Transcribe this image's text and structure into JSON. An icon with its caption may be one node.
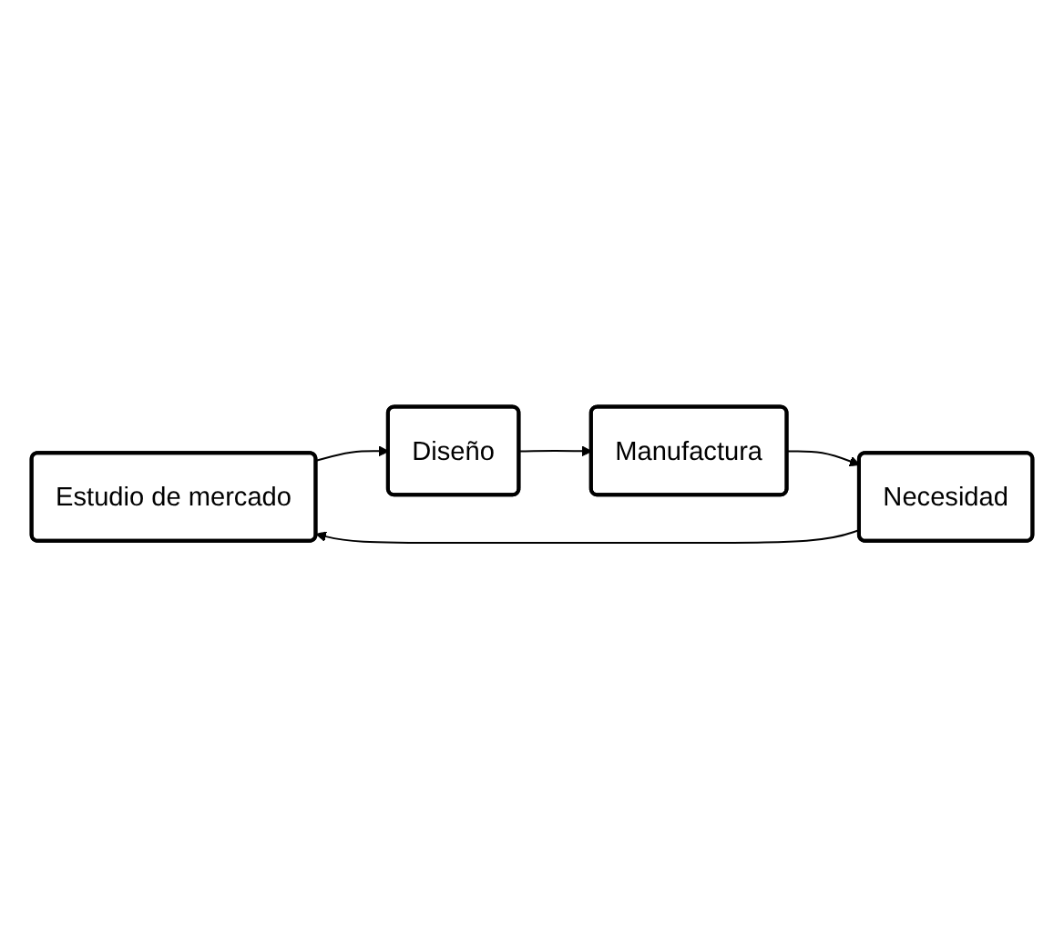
{
  "diagram": {
    "nodes": [
      {
        "text": [
          "Estudio de mercado"
        ]
      },
      {
        "text": [
          "Diseño"
        ]
      },
      {
        "text": [
          "Manufactura"
        ]
      },
      {
        "text": [
          "Necesidad"
        ]
      }
    ],
    "edges": [
      {
        "from": 0,
        "to": 1,
        "arrow": "to"
      },
      {
        "from": 1,
        "to": 2,
        "arrow": "to"
      },
      {
        "from": 2,
        "to": 3,
        "arrow": "to"
      },
      {
        "from": 3,
        "to": 0,
        "arrow": "to"
      }
    ]
  }
}
